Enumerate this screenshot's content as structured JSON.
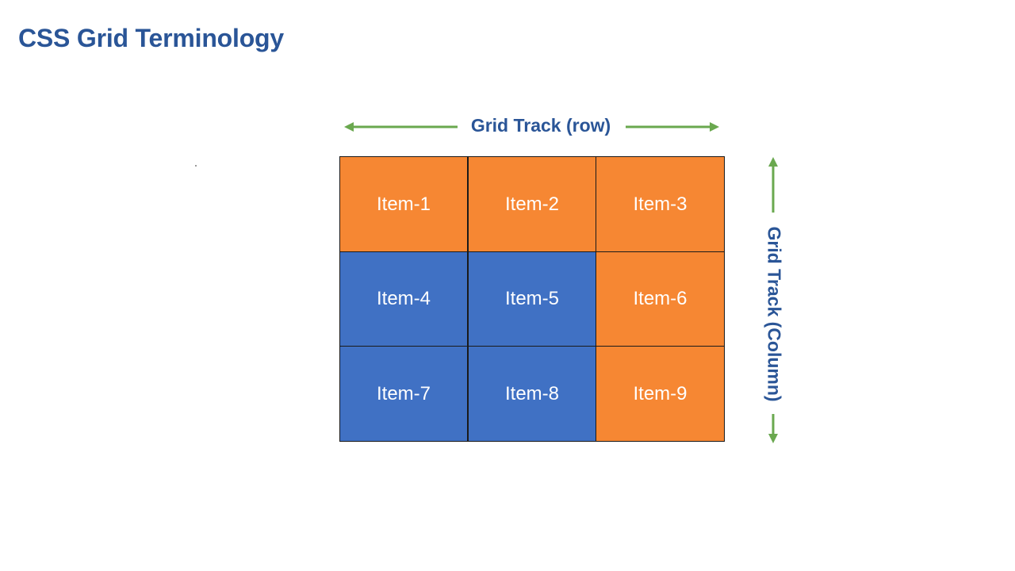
{
  "slide": {
    "title": "CSS Grid Terminology"
  },
  "diagram": {
    "row_track_label": "Grid Track (row)",
    "column_track_label": "Grid Track (Column)",
    "colors": {
      "title": "#2a5597",
      "orange": "#f68733",
      "blue": "#4071c4",
      "arrow": "#6aa84f",
      "border": "#1a1a1a"
    },
    "items": [
      {
        "label": "Item-1",
        "color": "orange"
      },
      {
        "label": "Item-2",
        "color": "orange"
      },
      {
        "label": "Item-3",
        "color": "orange"
      },
      {
        "label": "Item-4",
        "color": "blue"
      },
      {
        "label": "Item-5",
        "color": "blue"
      },
      {
        "label": "Item-6",
        "color": "orange"
      },
      {
        "label": "Item-7",
        "color": "blue"
      },
      {
        "label": "Item-8",
        "color": "blue"
      },
      {
        "label": "Item-9",
        "color": "orange"
      }
    ]
  }
}
